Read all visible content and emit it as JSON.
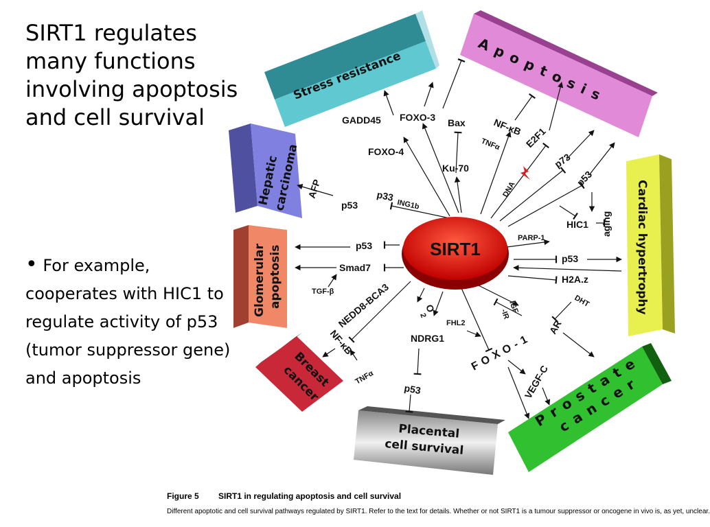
{
  "slide": {
    "title": "SIRT1 regulates many functions involving apoptosis and cell survival",
    "bullet_marker": "•",
    "bullet": " For example, cooperates with HIC1 to regulate activity of p53 (tumor suppressor gene) and apoptosis"
  },
  "diagram": {
    "center": "SIRT1",
    "boxes": {
      "stress": "Stress resistance",
      "apoptosis": "Apoptosis",
      "hepatic_1": "Hepatic",
      "hepatic_2": "carcinoma",
      "cardiac": "Cardiac hypertrophy",
      "glomerular_1": "Glomerular",
      "glomerular_2": "apoptosis",
      "breast_1": "Breast",
      "breast_2": "cancer",
      "placental_1": "Placental",
      "placental_2": "cell survival",
      "prostate_1": "Prostate",
      "prostate_2": "cancer"
    },
    "nodes": {
      "gadd45": "GADD45",
      "foxo3": "FOXO-3",
      "bax": "Bax",
      "nfkb_top": "NF-κB",
      "e2f1": "E2F1",
      "tnfa_top": "TNFα",
      "foxo4": "FOXO-4",
      "ku70": "Ku-70",
      "dna": "DNA",
      "p73": "p73",
      "p53_top": "p53",
      "afp": "AFP",
      "p53_hep": "p53",
      "p33": "p33",
      "p33_sub": "ING1b",
      "hic1": "HIC1",
      "aging": "aging",
      "p53_glom": "p53",
      "smad7": "Smad7",
      "tgfb": "TGF-β",
      "parp1": "PARP-1",
      "p53_card": "p53",
      "h2az": "H2A.z",
      "dht": "DHT",
      "ar": "AR",
      "nedd8": "NEDD8-BCA3",
      "nfkb_breast": "NF-κB",
      "tnfa_breast": "TNFα",
      "o2": "O",
      "o2_sub": "2",
      "ndrg1": "NDRG1",
      "fhl2": "FHL2",
      "igf": "IGF",
      "ir": "-IR",
      "foxo1": "FOXO-1",
      "p53_plac": "p53",
      "vegfc": "VEGF-C"
    }
  },
  "caption": {
    "figure_number": "Figure 5",
    "title": "SIRT1 in regulating apoptosis and cell survival",
    "description": "Different apoptotic and cell survival pathways regulated by SIRT1. Refer to the text for details. Whether or not SIRT1 is a tumour suppressor or oncogene in vivo is, as yet, unclear."
  },
  "colors": {
    "sirt1": "#e01010",
    "stress": "#3aa8b0",
    "apoptosis": "#d070c8",
    "hepatic": "#7070d0",
    "cardiac": "#e0e040",
    "glomerular": "#e07050",
    "breast": "#c02030",
    "placental": "#a0a0a0",
    "prostate": "#20a020"
  }
}
